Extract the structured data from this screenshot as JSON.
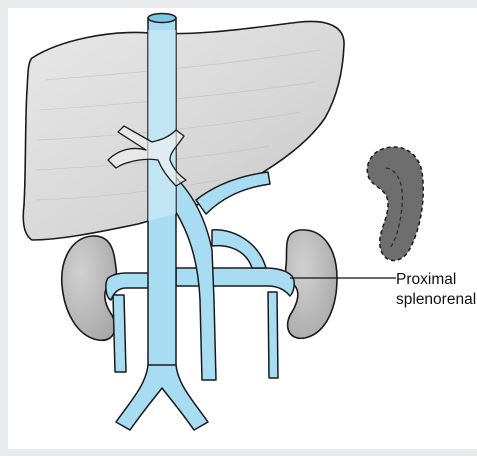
{
  "labels": {
    "proximal_line1": "Proximal",
    "proximal_line2": "splenorenal"
  },
  "colors": {
    "page_border": "#e9eaec",
    "background": "#ffffff",
    "vessel_fill": "#a8dcf2",
    "vessel_stroke": "#1a1a1a",
    "liver_fill": "#d9d9d9",
    "kidney_fill": "#b9b9b9",
    "spleen_fill": "#6e6e6e"
  },
  "structures": [
    "liver",
    "inferior-vena-cava",
    "portal-vein",
    "splenic-vein",
    "left-kidney",
    "right-kidney",
    "renal-veins",
    "iliac-veins",
    "spleen",
    "splenorenal-shunt"
  ]
}
